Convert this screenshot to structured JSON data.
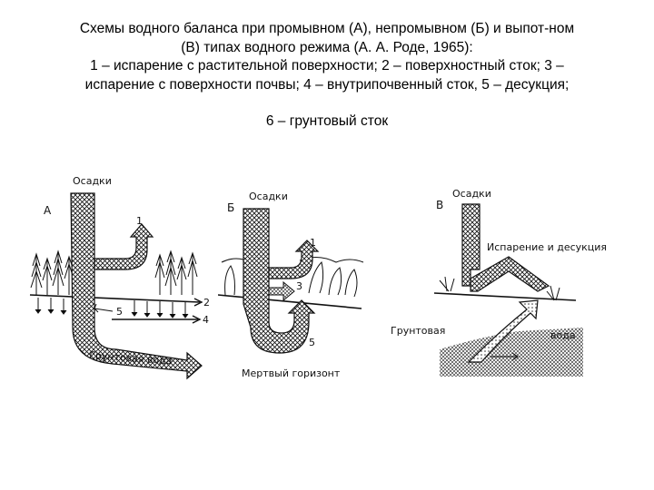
{
  "caption": {
    "line1": "Схемы водного баланса при промывном (А), непромывном (Б) и выпот-ном",
    "line2": "(В) типах водного режима (А. А. Роде, 1965):",
    "line3": "1 – испарение с растительной поверхности; 2 – поверхностный сток; 3 –",
    "line4": "испарение с поверхности почвы; 4 – внутрипочвенный сток, 5 – десукция;",
    "line5": "6 – грунтовый сток"
  },
  "schemes": {
    "a": {
      "letter": "А",
      "precip": "Осадки",
      "groundwater": "Грунтовая вода",
      "numbers": [
        "1",
        "2",
        "4",
        "5"
      ]
    },
    "b": {
      "letter": "Б",
      "precip": "Осадки",
      "dead_horizon": "Мертвый горизонт",
      "numbers": [
        "1",
        "3",
        "5"
      ]
    },
    "v": {
      "letter": "В",
      "precip": "Осадки",
      "evap_desuction": "Испарение и десукция",
      "groundwater_left": "Грунтовая",
      "groundwater_right": "вода"
    }
  },
  "colors": {
    "ink": "#111111",
    "hatch_background": "#ffffff"
  }
}
